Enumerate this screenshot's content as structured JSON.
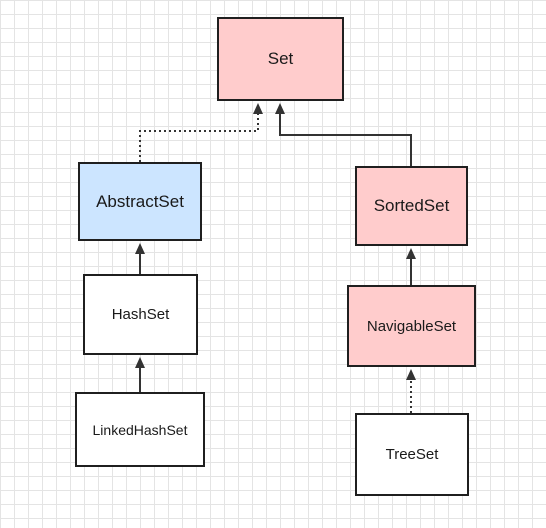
{
  "nodes": {
    "set": {
      "label": "Set",
      "fill": "#ffcccc"
    },
    "abstract_set": {
      "label": "AbstractSet",
      "fill": "#cce5ff"
    },
    "sorted_set": {
      "label": "SortedSet",
      "fill": "#ffcccc"
    },
    "hash_set": {
      "label": "HashSet",
      "fill": "#ffffff"
    },
    "navigable_set": {
      "label": "NavigableSet",
      "fill": "#ffcccc"
    },
    "linked_hash_set": {
      "label": "LinkedHashSet",
      "fill": "#ffffff"
    },
    "tree_set": {
      "label": "TreeSet",
      "fill": "#ffffff"
    }
  },
  "edges": [
    {
      "from": "abstract_set",
      "to": "set",
      "style": "dotted",
      "relation": "implements"
    },
    {
      "from": "sorted_set",
      "to": "set",
      "style": "solid",
      "relation": "extends"
    },
    {
      "from": "hash_set",
      "to": "abstract_set",
      "style": "solid",
      "relation": "extends"
    },
    {
      "from": "linked_hash_set",
      "to": "hash_set",
      "style": "solid",
      "relation": "extends"
    },
    {
      "from": "navigable_set",
      "to": "sorted_set",
      "style": "solid",
      "relation": "extends"
    },
    {
      "from": "tree_set",
      "to": "navigable_set",
      "style": "dotted",
      "relation": "implements"
    }
  ],
  "colors": {
    "line": "#333333",
    "border": "#1f1f1f",
    "grid": "#e4e4e4"
  }
}
